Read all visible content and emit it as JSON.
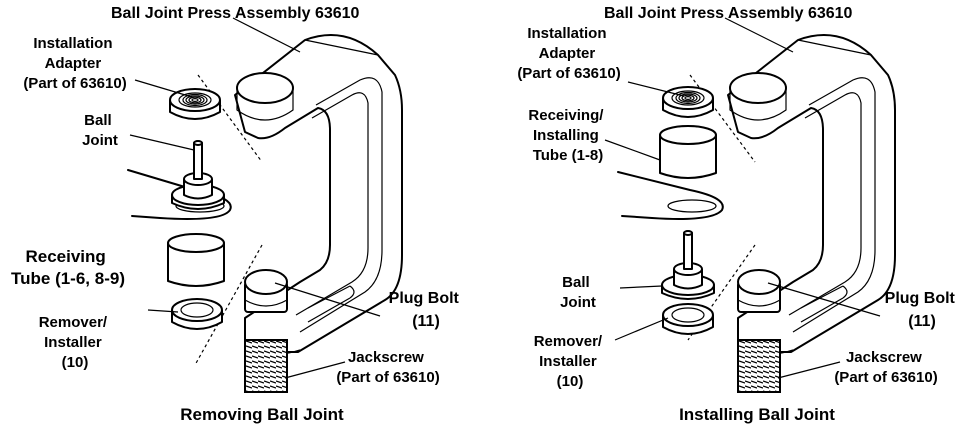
{
  "panels": [
    {
      "caption": "Removing Ball Joint",
      "labels": {
        "assembly": "Ball Joint Press Assembly 63610",
        "adapter": [
          "Installation",
          "Adapter",
          "(Part of 63610)"
        ],
        "ball_joint": [
          "Ball",
          "Joint"
        ],
        "receiving_tube": [
          "Receiving",
          "Tube (1-6, 8-9)"
        ],
        "remover": [
          "Remover/",
          "Installer",
          "(10)"
        ],
        "plug_bolt": [
          "Plug Bolt",
          "(11)"
        ],
        "jackscrew": [
          "Jackscrew",
          "(Part of 63610)"
        ]
      }
    },
    {
      "caption": "Installing Ball Joint",
      "labels": {
        "assembly": "Ball Joint Press Assembly 63610",
        "adapter": [
          "Installation",
          "Adapter",
          "(Part of 63610)"
        ],
        "receiving_tube": [
          "Receiving/",
          "Installing",
          "Tube (1-8)"
        ],
        "ball_joint": [
          "Ball",
          "Joint"
        ],
        "remover": [
          "Remover/",
          "Installer",
          "(10)"
        ],
        "plug_bolt": [
          "Plug Bolt",
          "(11)"
        ],
        "jackscrew": [
          "Jackscrew",
          "(Part of 63610)"
        ]
      }
    }
  ]
}
